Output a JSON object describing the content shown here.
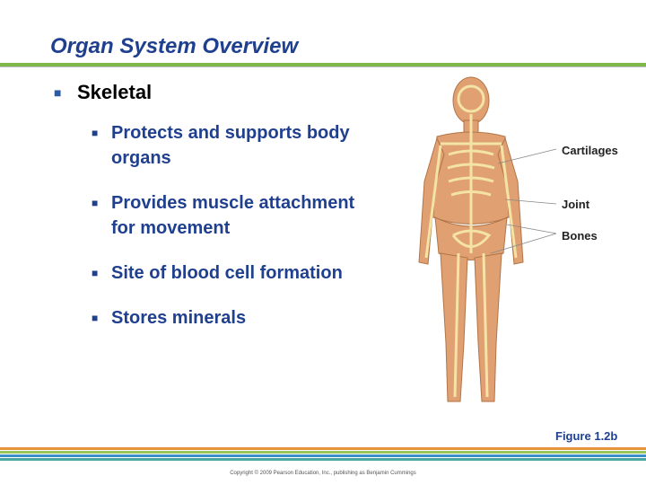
{
  "slide": {
    "title": "Organ System Overview"
  },
  "content": {
    "main_bullet": "Skeletal",
    "sub_bullets": [
      "Protects and supports body organs",
      "Provides muscle attachment for movement",
      "Site of blood cell formation",
      "Stores minerals"
    ]
  },
  "figure": {
    "labels": {
      "cartilages": "Cartilages",
      "joint": "Joint",
      "bones": "Bones"
    },
    "caption": "Figure 1.2b"
  },
  "footer": {
    "copyright": "Copyright © 2009 Pearson Education, Inc., publishing as Benjamin Cummings"
  },
  "colors": {
    "title": "#1f3f8f",
    "accent_green": "#7fb848",
    "bullet": "#2b5aa6"
  }
}
